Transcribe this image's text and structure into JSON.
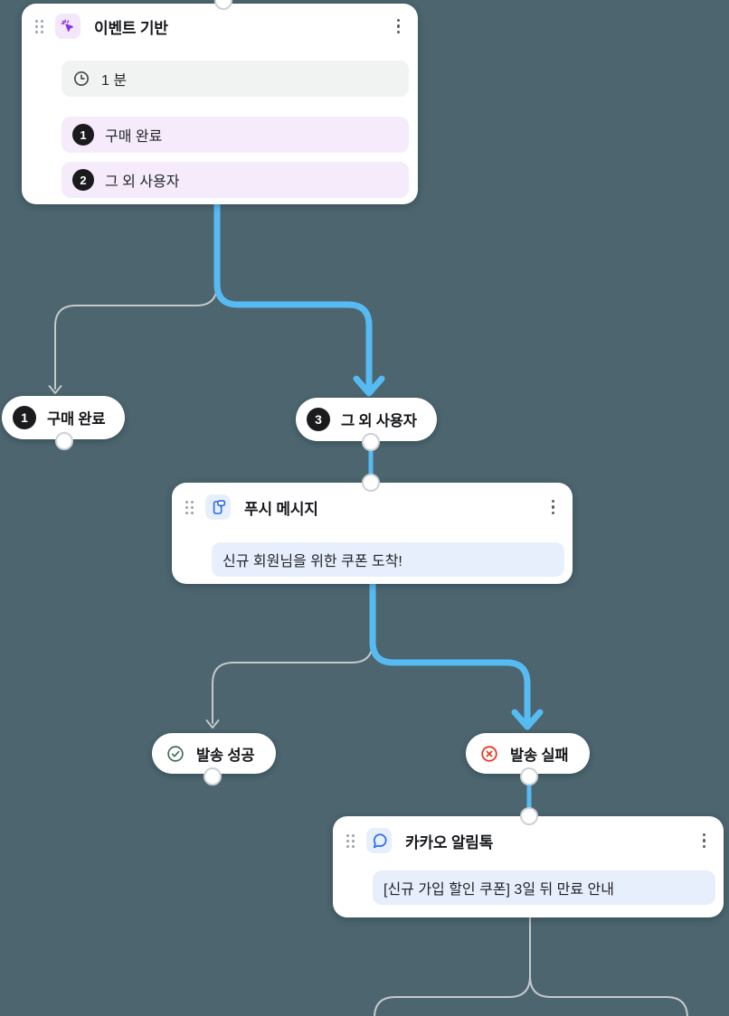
{
  "flow": {
    "trigger": {
      "title": "이벤트 기반",
      "delay_label": "1 분",
      "conditions": [
        {
          "num": "1",
          "label": "구매 완료"
        },
        {
          "num": "2",
          "label": "그 외 사용자"
        }
      ]
    },
    "branch_pills": [
      {
        "num": "1",
        "label": "구매 완료"
      },
      {
        "num": "3",
        "label": "그 외 사용자"
      }
    ],
    "push": {
      "title": "푸시 메시지",
      "message": "신규 회원님을 위한 쿠폰 도착!"
    },
    "results": [
      {
        "label": "발송 성공",
        "state": "success"
      },
      {
        "label": "발송 실패",
        "state": "fail"
      }
    ],
    "kakao": {
      "title": "카카오 알림톡",
      "message": "[신규 가입 할인 쿠폰] 3일 뒤 만료 안내"
    }
  },
  "colors": {
    "canvas_bg": "#4c656e",
    "edge_active": "#57bbf3",
    "edge_idle": "#c5c9cb",
    "trigger_accent": "#8b31e8",
    "message_accent": "#2568ee",
    "success": "#3f6b54",
    "fail": "#e73c22"
  }
}
